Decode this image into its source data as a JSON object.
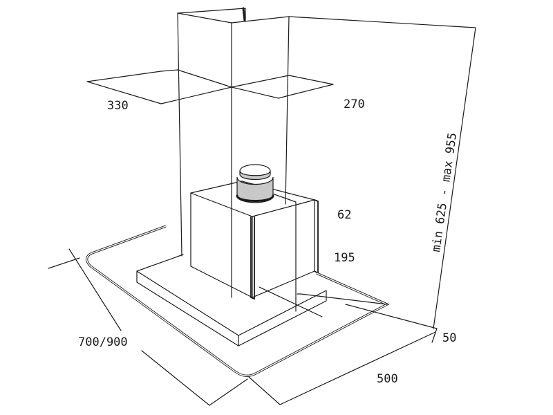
{
  "diagram": {
    "subject": "Chimney cooker hood dimension drawing",
    "labels": {
      "depth_upper_left": "330",
      "depth_upper_right": "270",
      "height_range": "min 625 - max 955",
      "outlet_height": "62",
      "body_height": "195",
      "width": "700/900",
      "depth": "500",
      "canopy_thickness": "50"
    },
    "colors": {
      "line": "#1a1a1a",
      "fill_accent": "#c8c8c8",
      "background": "#ffffff"
    }
  }
}
